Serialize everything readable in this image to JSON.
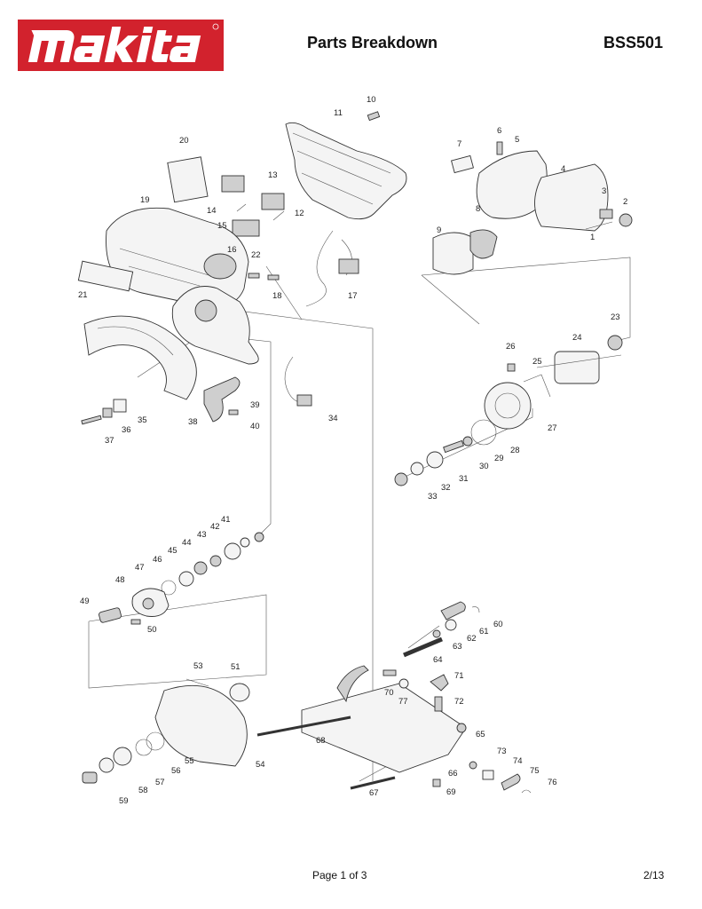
{
  "brand": {
    "logo_text": "makita",
    "color": "#d2222d"
  },
  "header": {
    "title": "Parts Breakdown",
    "model": "BSS501"
  },
  "footer": {
    "page": "Page 1 of 3",
    "count": "2/13"
  },
  "labels": [
    "1",
    "2",
    "3",
    "4",
    "5",
    "6",
    "7",
    "8",
    "9",
    "10",
    "11",
    "12",
    "13",
    "14",
    "15",
    "16",
    "17",
    "18",
    "19",
    "20",
    "21",
    "22",
    "23",
    "24",
    "25",
    "26",
    "27",
    "28",
    "29",
    "30",
    "31",
    "32",
    "33",
    "34",
    "35",
    "36",
    "37",
    "38",
    "39",
    "40",
    "41",
    "42",
    "43",
    "44",
    "45",
    "46",
    "47",
    "48",
    "49",
    "50",
    "51",
    "53",
    "54",
    "55",
    "56",
    "57",
    "58",
    "59",
    "60",
    "61",
    "62",
    "63",
    "64",
    "65",
    "66",
    "67",
    "68",
    "69",
    "70",
    "71",
    "72",
    "73",
    "74",
    "75",
    "76",
    "77"
  ]
}
